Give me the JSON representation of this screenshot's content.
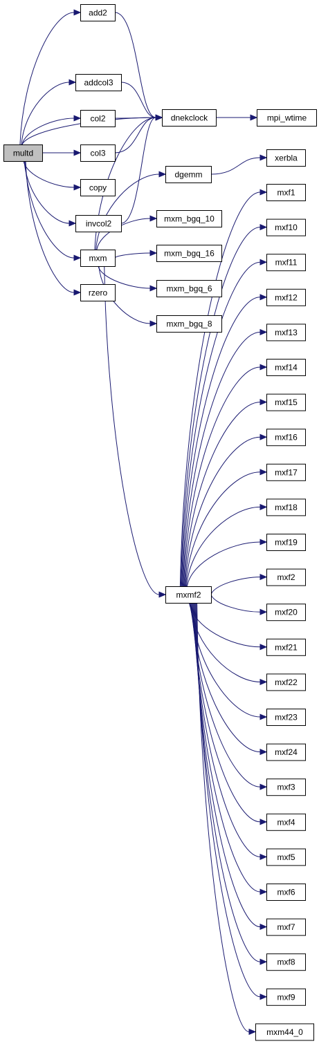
{
  "graph": {
    "colors": {
      "edge": "#191970",
      "root_fill": "#bfbfbf",
      "node_fill": "#ffffff",
      "border": "#000000"
    },
    "nodes": [
      {
        "id": "multd",
        "label": "multd",
        "root": true
      },
      {
        "id": "add2",
        "label": "add2"
      },
      {
        "id": "addcol3",
        "label": "addcol3"
      },
      {
        "id": "col2",
        "label": "col2"
      },
      {
        "id": "col3",
        "label": "col3"
      },
      {
        "id": "copy",
        "label": "copy"
      },
      {
        "id": "invcol2",
        "label": "invcol2"
      },
      {
        "id": "mxm",
        "label": "mxm"
      },
      {
        "id": "rzero",
        "label": "rzero"
      },
      {
        "id": "dnekclock",
        "label": "dnekclock"
      },
      {
        "id": "mpi_wtime",
        "label": "mpi_wtime"
      },
      {
        "id": "dgemm",
        "label": "dgemm"
      },
      {
        "id": "xerbla",
        "label": "xerbla"
      },
      {
        "id": "mxm_bgq_10",
        "label": "mxm_bgq_10"
      },
      {
        "id": "mxm_bgq_16",
        "label": "mxm_bgq_16"
      },
      {
        "id": "mxm_bgq_6",
        "label": "mxm_bgq_6"
      },
      {
        "id": "mxm_bgq_8",
        "label": "mxm_bgq_8"
      },
      {
        "id": "mxmf2",
        "label": "mxmf2"
      },
      {
        "id": "mxf1",
        "label": "mxf1"
      },
      {
        "id": "mxf10",
        "label": "mxf10"
      },
      {
        "id": "mxf11",
        "label": "mxf11"
      },
      {
        "id": "mxf12",
        "label": "mxf12"
      },
      {
        "id": "mxf13",
        "label": "mxf13"
      },
      {
        "id": "mxf14",
        "label": "mxf14"
      },
      {
        "id": "mxf15",
        "label": "mxf15"
      },
      {
        "id": "mxf16",
        "label": "mxf16"
      },
      {
        "id": "mxf17",
        "label": "mxf17"
      },
      {
        "id": "mxf18",
        "label": "mxf18"
      },
      {
        "id": "mxf19",
        "label": "mxf19"
      },
      {
        "id": "mxf2",
        "label": "mxf2"
      },
      {
        "id": "mxf20",
        "label": "mxf20"
      },
      {
        "id": "mxf21",
        "label": "mxf21"
      },
      {
        "id": "mxf22",
        "label": "mxf22"
      },
      {
        "id": "mxf23",
        "label": "mxf23"
      },
      {
        "id": "mxf24",
        "label": "mxf24"
      },
      {
        "id": "mxf3",
        "label": "mxf3"
      },
      {
        "id": "mxf4",
        "label": "mxf4"
      },
      {
        "id": "mxf5",
        "label": "mxf5"
      },
      {
        "id": "mxf6",
        "label": "mxf6"
      },
      {
        "id": "mxf7",
        "label": "mxf7"
      },
      {
        "id": "mxf8",
        "label": "mxf8"
      },
      {
        "id": "mxf9",
        "label": "mxf9"
      },
      {
        "id": "mxm44_0",
        "label": "mxm44_0"
      }
    ],
    "edges": [
      [
        "multd",
        "add2"
      ],
      [
        "multd",
        "dnekclock"
      ],
      [
        "multd",
        "addcol3"
      ],
      [
        "multd",
        "col2"
      ],
      [
        "multd",
        "col3"
      ],
      [
        "multd",
        "copy"
      ],
      [
        "multd",
        "invcol2"
      ],
      [
        "multd",
        "mxm"
      ],
      [
        "multd",
        "rzero"
      ],
      [
        "add2",
        "dnekclock"
      ],
      [
        "addcol3",
        "dnekclock"
      ],
      [
        "col2",
        "dnekclock"
      ],
      [
        "col3",
        "dnekclock"
      ],
      [
        "invcol2",
        "dnekclock"
      ],
      [
        "mxm",
        "dnekclock"
      ],
      [
        "dnekclock",
        "mpi_wtime"
      ],
      [
        "mxm",
        "dgemm"
      ],
      [
        "dgemm",
        "xerbla"
      ],
      [
        "mxm",
        "mxm_bgq_10"
      ],
      [
        "mxm",
        "mxm_bgq_16"
      ],
      [
        "mxm",
        "mxm_bgq_6"
      ],
      [
        "mxm",
        "mxm_bgq_8"
      ],
      [
        "mxm",
        "mxmf2"
      ],
      [
        "mxmf2",
        "mxf1"
      ],
      [
        "mxmf2",
        "mxf10"
      ],
      [
        "mxmf2",
        "mxf11"
      ],
      [
        "mxmf2",
        "mxf12"
      ],
      [
        "mxmf2",
        "mxf13"
      ],
      [
        "mxmf2",
        "mxf14"
      ],
      [
        "mxmf2",
        "mxf15"
      ],
      [
        "mxmf2",
        "mxf16"
      ],
      [
        "mxmf2",
        "mxf17"
      ],
      [
        "mxmf2",
        "mxf18"
      ],
      [
        "mxmf2",
        "mxf19"
      ],
      [
        "mxmf2",
        "mxf2"
      ],
      [
        "mxmf2",
        "mxf20"
      ],
      [
        "mxmf2",
        "mxf21"
      ],
      [
        "mxmf2",
        "mxf22"
      ],
      [
        "mxmf2",
        "mxf23"
      ],
      [
        "mxmf2",
        "mxf24"
      ],
      [
        "mxmf2",
        "mxf3"
      ],
      [
        "mxmf2",
        "mxf4"
      ],
      [
        "mxmf2",
        "mxf5"
      ],
      [
        "mxmf2",
        "mxf6"
      ],
      [
        "mxmf2",
        "mxf7"
      ],
      [
        "mxmf2",
        "mxf8"
      ],
      [
        "mxmf2",
        "mxf9"
      ],
      [
        "mxmf2",
        "mxm44_0"
      ]
    ]
  }
}
